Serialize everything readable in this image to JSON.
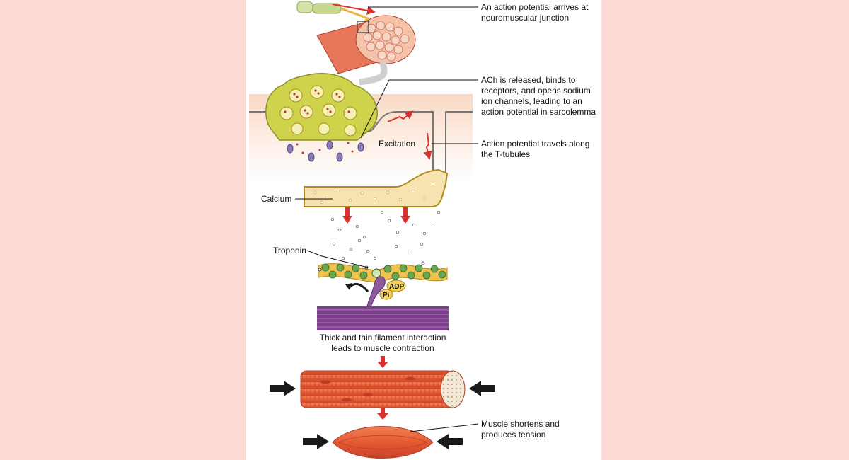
{
  "labels": {
    "ap_arrives": [
      "An action potential arrives at",
      "neuromuscular junction"
    ],
    "ach_released": [
      "ACh is released, binds to",
      "receptors, and opens sodium",
      "ion channels, leading to an",
      "action potential in sarcolemma"
    ],
    "excitation": "Excitation",
    "ttubules": [
      "Action potential travels along",
      "the T-tubules"
    ],
    "calcium": "Calcium",
    "troponin": "Troponin",
    "adp": "ADP",
    "pi": "Pi",
    "filament": [
      "Thick and thin filament interaction",
      "leads to muscle contraction"
    ],
    "shortens": [
      "Muscle shortens and",
      "produces tension"
    ]
  },
  "colors": {
    "page_background": "#fdd9d5",
    "panel": "#ffffff",
    "muscle": "#e8603a",
    "sarcolemma_zone": "#f9d9c4",
    "vesicle_terminal": "#cfd24b",
    "sarcoplasmic_reticulum": "#f7e3b0",
    "actin": "#6aa84f",
    "myosin_band": "#7b3f8c",
    "arrow_red": "#d9312f",
    "arrow_black": "#1a1a1a"
  }
}
